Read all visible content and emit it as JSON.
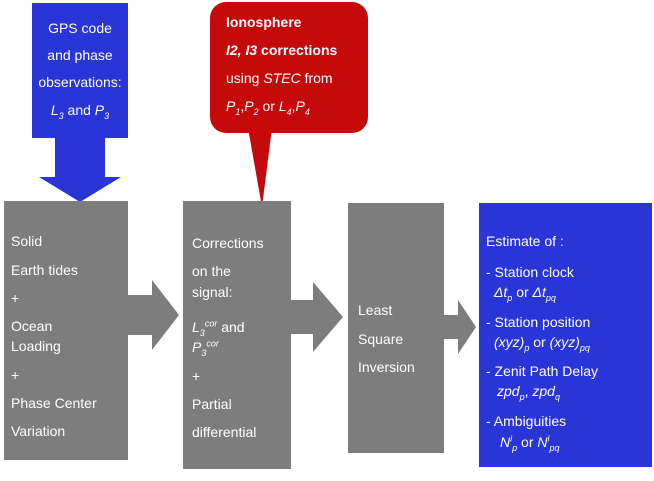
{
  "colors": {
    "blue": "#2a35d8",
    "red": "#c40a0a",
    "gray": "#7d7d7d",
    "text": "#ffffff"
  },
  "gps_box": {
    "line1": "GPS code",
    "line2": "and phase",
    "line3": "observations:",
    "l_sym": "L",
    "l_sub": "3",
    "and": "and",
    "p_sym": "P",
    "p_sub": "3"
  },
  "iono_box": {
    "title": "Ionosphere",
    "corrections_italic": "I2, I3",
    "corrections_word": "corrections",
    "using": "using",
    "stec": "STEC",
    "from": "from",
    "p1": "P",
    "p1_sub": "1",
    "comma1": ",",
    "p2": "P",
    "p2_sub": "2",
    "or": "or",
    "l4": "L",
    "l4_sub": "4",
    "comma2": ",",
    "p4": "P",
    "p4_sub": "4"
  },
  "box1": {
    "lines": [
      "Solid",
      "Earth tides",
      "+",
      "Ocean",
      "Loading",
      "+",
      "Phase Center",
      "Variation"
    ]
  },
  "box2": {
    "line1": "Corrections",
    "line2": "on the",
    "line3": "signal:",
    "l_sym": "L",
    "l_sub": "3",
    "l_sup": "cor",
    "and": "and",
    "p_sym": "P",
    "p_sub": "3",
    "p_sup": "cor",
    "plus": "+",
    "line7": "Partial",
    "line8": "differential"
  },
  "box3": {
    "lines": [
      "Least",
      "Square",
      "Inversion"
    ]
  },
  "box4": {
    "title": "Estimate of :",
    "clock_label": "- Station clock",
    "clock_a": "Δt",
    "clock_a_sub": "p",
    "clock_or": "or",
    "clock_b": "Δt",
    "clock_b_sub": "pq",
    "pos_label": "- Station position",
    "pos_a": "(xyz)",
    "pos_a_sub": "p",
    "pos_or": "or",
    "pos_b": "(xyz)",
    "pos_b_sub": "pq",
    "zpd_label": "- Zenit Path Delay",
    "zpd_a": "zpd",
    "zpd_a_sub": "p",
    "zpd_comma": ",",
    "zpd_b": "zpd",
    "zpd_b_sub": "q",
    "amb_label": "- Ambiguities",
    "amb_a": "N",
    "amb_a_sup": "i",
    "amb_a_sub": "p",
    "amb_or": "or",
    "amb_b": "N",
    "amb_b_sup": "i",
    "amb_b_sub": "pq"
  }
}
